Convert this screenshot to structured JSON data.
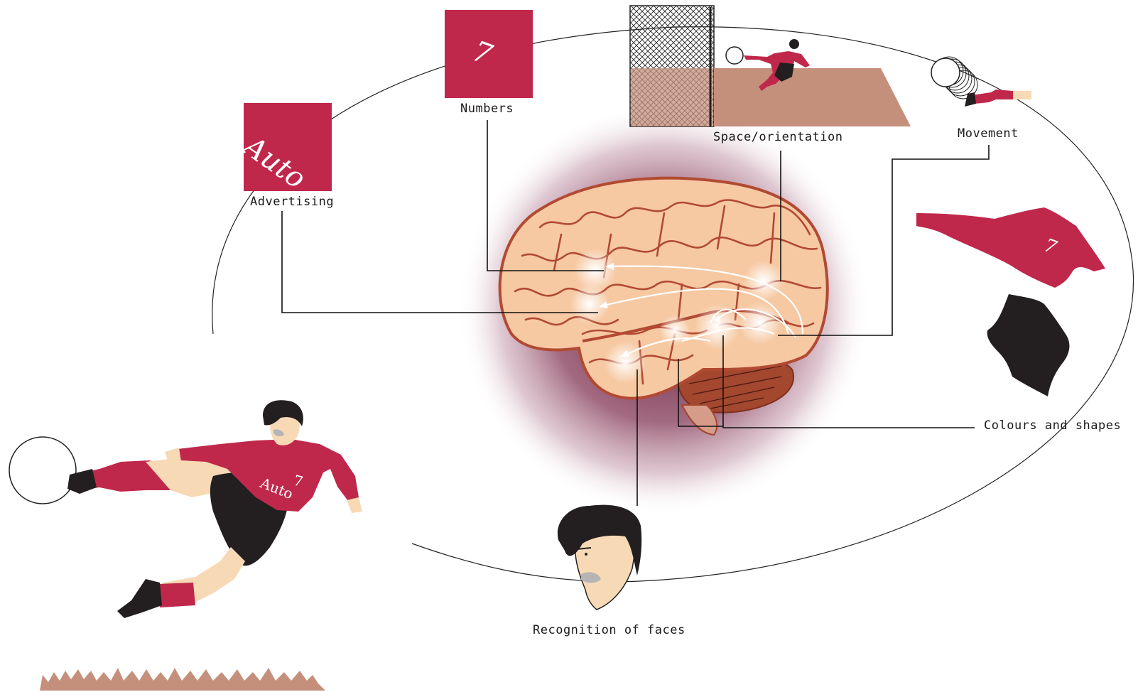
{
  "labels": {
    "advertising": "Advertising",
    "numbers": "Numbers",
    "space": "Space/orientation",
    "movement": "Movement",
    "colours": "Colours and shapes",
    "faces": "Recognition of faces"
  },
  "card_text": {
    "auto": "Auto",
    "seven": "7"
  },
  "jersey": {
    "number": "7",
    "brand": "Auto"
  },
  "colors": {
    "accent": "#c0284b",
    "brain": "#f6c9a3",
    "brain_outline": "#b24a33",
    "skin": "#f7d9b5",
    "dark": "#231f20",
    "ground": "#c4907c"
  },
  "icons": [
    "brain-illustration",
    "football-player",
    "ball-icon",
    "face-icon",
    "net-goal-icon",
    "shirt-shape-icon",
    "shorts-shape-icon"
  ]
}
